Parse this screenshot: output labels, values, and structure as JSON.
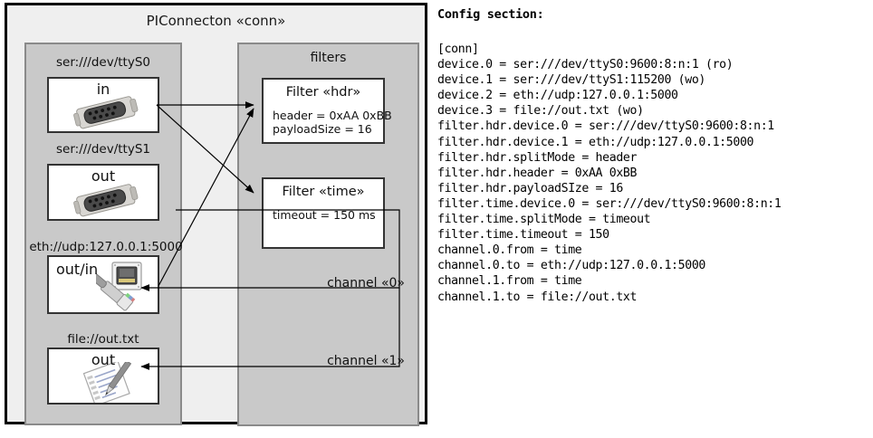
{
  "diagram": {
    "title": "PIConnecton «conn»",
    "devices_panel": {
      "items": [
        {
          "label": "ser:///dev/ttyS0",
          "word": "in",
          "icon": "serial-port-icon"
        },
        {
          "label": "ser:///dev/ttyS1",
          "word": "out",
          "icon": "serial-port-icon"
        },
        {
          "label": "eth://udp:127.0.0.1:5000",
          "word": "out/in",
          "icon": "ethernet-jack-icon"
        },
        {
          "label": "file://out.txt",
          "word": "out",
          "icon": "notepad-pen-icon"
        }
      ]
    },
    "filters_panel": {
      "title": "filters",
      "filters": [
        {
          "title": "Filter «hdr»",
          "attrs": [
            "header = 0xAA 0xBB",
            "payloadSize = 16"
          ]
        },
        {
          "title": "Filter «time»",
          "attrs": [
            "timeout = 150 ms"
          ]
        }
      ],
      "channels": [
        {
          "label": "channel «0»"
        },
        {
          "label": "channel «1»"
        }
      ]
    }
  },
  "config": {
    "heading": "Config section:",
    "lines": [
      "[conn]",
      "device.0 = ser:///dev/ttyS0:9600:8:n:1 (ro)",
      "device.1 = ser:///dev/ttyS1:115200 (wo)",
      "device.2 = eth://udp:127.0.0.1:5000",
      "device.3 = file://out.txt (wo)",
      "filter.hdr.device.0 = ser:///dev/ttyS0:9600:8:n:1",
      "filter.hdr.device.1 = eth://udp:127.0.0.1:5000",
      "filter.hdr.splitMode = header",
      "filter.hdr.header = 0xAA 0xBB",
      "filter.hdr.payloadSIze = 16",
      "filter.time.device.0 = ser:///dev/ttyS0:9600:8:n:1",
      "filter.time.splitMode = timeout",
      "filter.time.timeout = 150",
      "channel.0.from = time",
      "channel.0.to = eth://udp:127.0.0.1:5000",
      "channel.1.from = time",
      "channel.1.to = file://out.txt"
    ]
  },
  "colors": {
    "page_bg": "#ffffff",
    "outer_bg": "#efefef",
    "panel_bg": "#c9c9c9",
    "panel_border": "#8a8a8a",
    "box_bg": "#ffffff",
    "box_border": "#333333",
    "edge": "#000000"
  }
}
